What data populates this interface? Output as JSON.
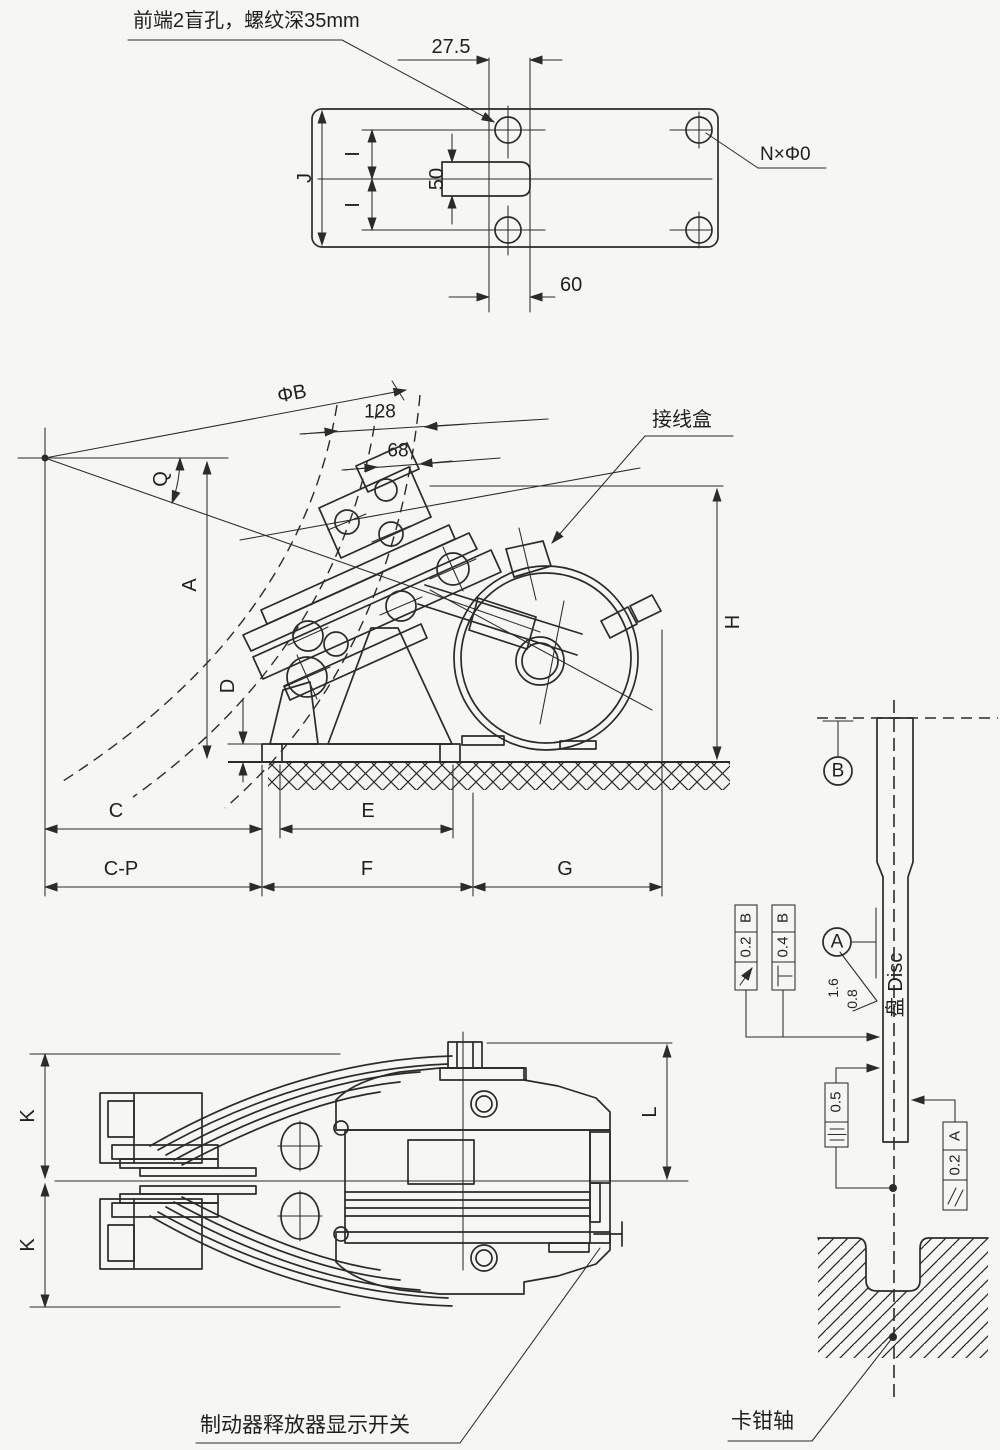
{
  "top_view": {
    "note_blind_holes": "前端2盲孔，螺纹深35mm",
    "note_holes": "N×Φ0",
    "dims": {
      "w27_5": "27.5",
      "h50": "50",
      "w60": "60",
      "J": "J",
      "I_upper": "I",
      "I_lower": "I"
    }
  },
  "side_view": {
    "label_junction_box": "接线盒",
    "dims": {
      "phiB": "ΦB",
      "d128": "128",
      "d68": "68",
      "Q": "Q",
      "A": "A",
      "D": "D",
      "H": "H",
      "C": "C",
      "E": "E",
      "CP": "C-P",
      "F": "F",
      "G": "G"
    }
  },
  "disc_view": {
    "datum_B": "B",
    "datum_A": "A",
    "fcf_circular_runout": {
      "symbol": "circular-runout",
      "value": "0.2",
      "datum": "B"
    },
    "fcf_perpendicularity": {
      "symbol": "perpendicularity",
      "value": "0.4",
      "datum": "B"
    },
    "fcf_symmetry": {
      "symbol": "symmetry",
      "value": "0.5"
    },
    "fcf_parallelism": {
      "symbol": "parallelism",
      "value": "0.2",
      "datum": "A"
    },
    "roughness": {
      "upper": "1.6",
      "lower": "0.8"
    },
    "label_disc": "盘 Disc",
    "label_caliper_shaft": "卡钳轴"
  },
  "plan_view": {
    "label_release_switch": "制动器释放器显示开关",
    "dims": {
      "K_upper": "K",
      "K_lower": "K",
      "L": "L"
    }
  }
}
